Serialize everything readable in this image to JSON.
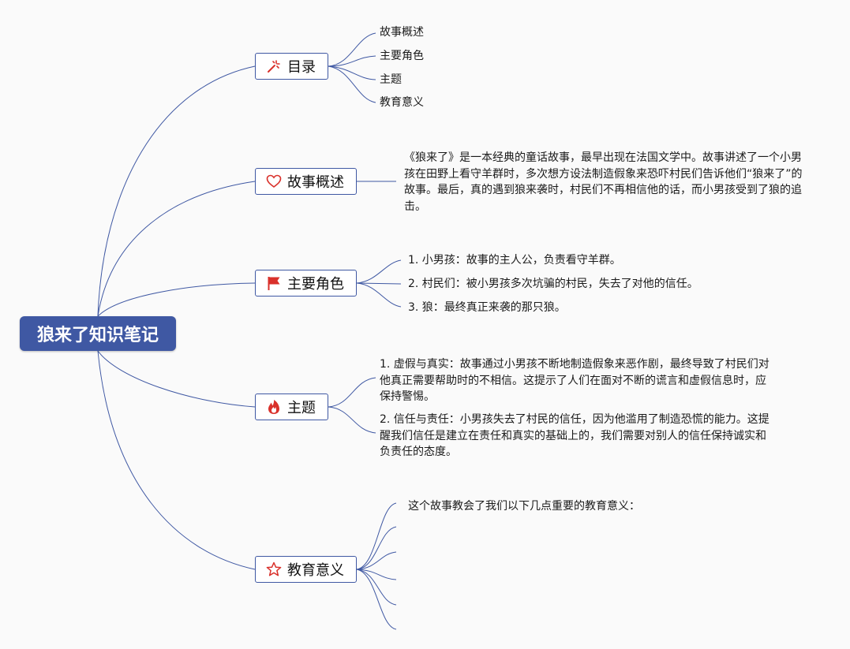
{
  "root": {
    "title": "狼来了知识笔记"
  },
  "colors": {
    "root_fill": "#3f58a3",
    "connector": "#3f58a3",
    "icon_red": "#d9312b"
  },
  "branches": {
    "toc": {
      "label": "目录",
      "icon": "magic-wand-icon",
      "items": [
        "故事概述",
        "主要角色",
        "主题",
        "教育意义"
      ]
    },
    "story": {
      "label": "故事概述",
      "icon": "heart-icon",
      "text": "《狼来了》是一本经典的童话故事，最早出现在法国文学中。故事讲述了一个小男孩在田野上看守羊群时，多次想方设法制造假象来恐吓村民们告诉他们“狼来了”的故事。最后，真的遇到狼来袭时，村民们不再相信他的话，而小男孩受到了狼的追击。"
    },
    "characters": {
      "label": "主要角色",
      "icon": "flag-icon",
      "items": [
        "1. 小男孩：故事的主人公，负责看守羊群。",
        "2. 村民们：被小男孩多次坑骗的村民，失去了对他的信任。",
        "3. 狼：最终真正来袭的那只狼。"
      ]
    },
    "theme": {
      "label": "主题",
      "icon": "fire-icon",
      "items": [
        "1. 虚假与真实：故事通过小男孩不断地制造假象来恶作剧，最终导致了村民们对他真正需要帮助时的不相信。这提示了人们在面对不断的谎言和虚假信息时，应保持警惕。",
        "2. 信任与责任：小男孩失去了村民的信任，因为他滥用了制造恐慌的能力。这提醒我们信任是建立在责任和真实的基础上的，我们需要对别人的信任保持诚实和负责任的态度。"
      ]
    },
    "education": {
      "label": "教育意义",
      "icon": "star-icon",
      "items": [
        "这个故事教会了我们以下几点重要的教育意义："
      ]
    }
  }
}
